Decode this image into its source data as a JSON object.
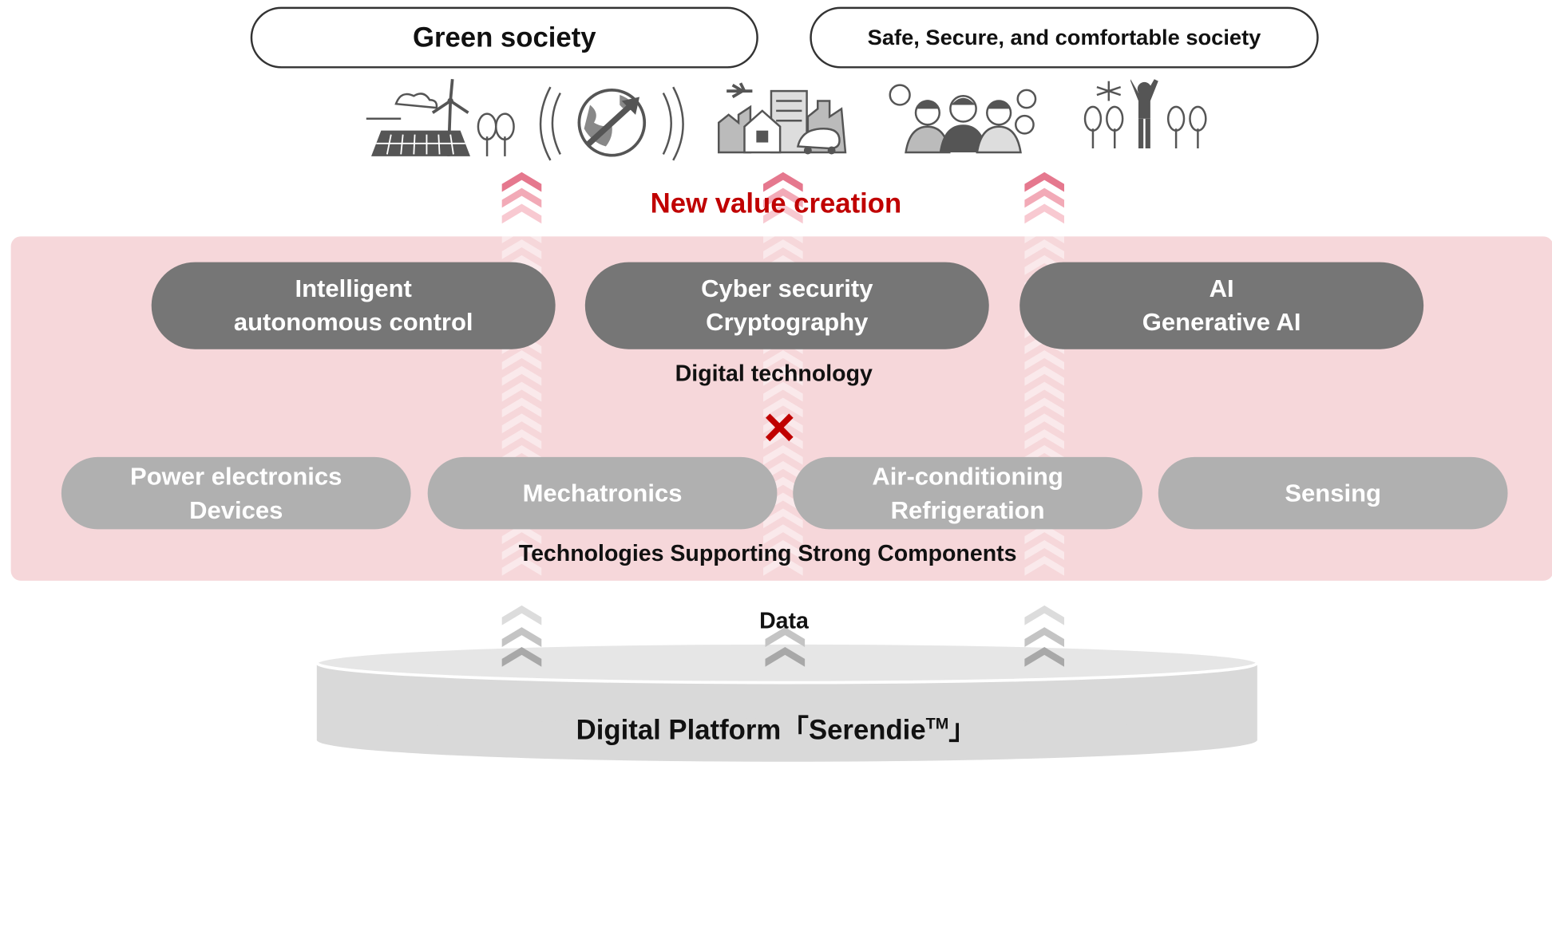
{
  "goals": {
    "green": "Green society",
    "safe": "Safe, Secure, and comfortable society"
  },
  "icons": [
    "wind-solar-trees-icon",
    "globe-arrow-icon",
    "city-airplane-car-icon",
    "people-conversation-icon",
    "person-trees-icon"
  ],
  "value_creation": "New value creation",
  "digital": {
    "items": [
      {
        "line1": "Intelligent",
        "line2": "autonomous control"
      },
      {
        "line1": "Cyber security",
        "line2": "Cryptography"
      },
      {
        "line1": "AI",
        "line2": "Generative AI"
      }
    ],
    "label": "Digital technology"
  },
  "cross_symbol": "×",
  "components": {
    "items": [
      {
        "line1": "Power electronics",
        "line2": "Devices"
      },
      {
        "line1": "Mechatronics",
        "line2": ""
      },
      {
        "line1": "Air-conditioning",
        "line2": "Refrigeration"
      },
      {
        "line1": "Sensing",
        "line2": ""
      }
    ],
    "label": "Technologies Supporting Strong Components"
  },
  "data_label": "Data",
  "platform": {
    "prefix": "Digital Platform「Serendie",
    "tm": "TM",
    "suffix": "」"
  },
  "colors": {
    "band": "#f6d7da",
    "accent_red": "#c00000",
    "dark_pill": "#767676",
    "light_pill": "#b0b0b0",
    "platform": "#d9d9d9"
  }
}
